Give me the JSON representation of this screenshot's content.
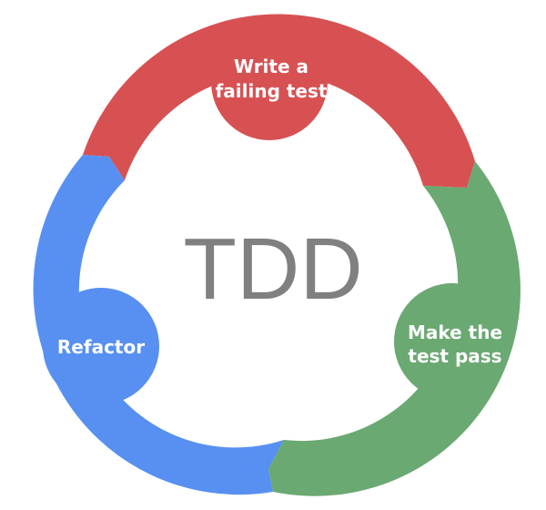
{
  "center": {
    "text": "TDD"
  },
  "steps": [
    {
      "label_line1": "Write a",
      "label_line2": "failing test",
      "color": "#d75153"
    },
    {
      "label_line1": "Make the",
      "label_line2": "test pass",
      "color": "#6aa972"
    },
    {
      "label": "Refactor",
      "color": "#5790f1"
    }
  ]
}
